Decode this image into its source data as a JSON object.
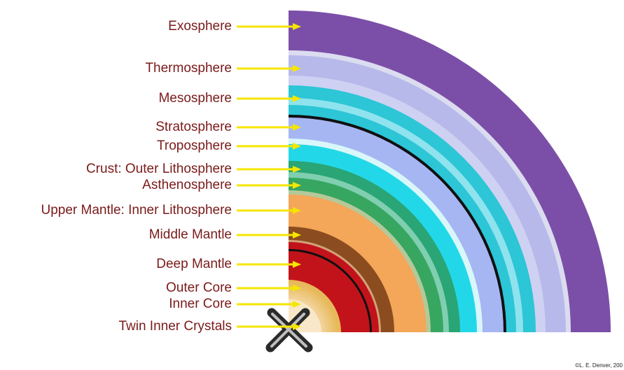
{
  "labels": [
    "Exosphere",
    "Thermosphere",
    "Mesosphere",
    "Stratosphere",
    "Troposphere",
    "Crust: Outer Lithosphere",
    "Asthenosphere",
    "Upper Mantle: Inner Lithosphere",
    "Middle Mantle",
    "Deep Mantle",
    "Outer Core",
    "Inner Core",
    "Twin Inner Crystals"
  ],
  "copyright": "©L. E. Denver, 200",
  "colors": {
    "label_text": "#7b1a1a",
    "arrow": "#f5e600",
    "exosphere": "#7b4fa8",
    "thermosphere": "#b7b9ea",
    "mesosphere": "#2cc6d6",
    "stratosphere": "#a6b6f2",
    "troposphere": "#22d8e8",
    "crust": "#2aa575",
    "asthenosphere": "#37a661",
    "upper_mantle": "#f4a659",
    "middle_mantle": "#8b4d1f",
    "deep_mantle": "#c2131b",
    "outer_core": "#e7b95a",
    "inner_core": "#f8dfb8"
  }
}
